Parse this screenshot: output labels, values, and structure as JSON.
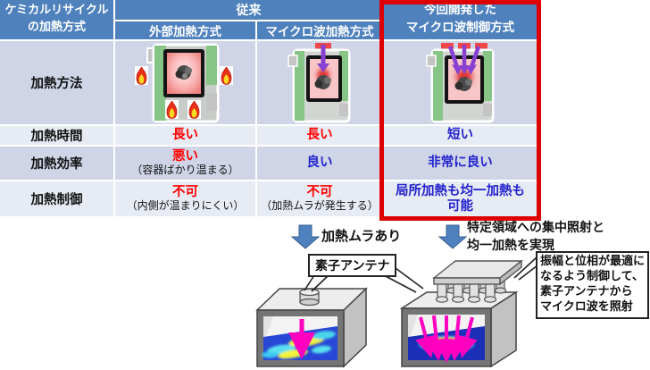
{
  "colors": {
    "header_blue": "#4F81BD",
    "row_dark": "#CFD5E7",
    "row_light": "#E7EBF3",
    "highlight_red": "#DE0000",
    "negative_red": "#FF0000",
    "positive_blue": "#2222CC",
    "arrow_blue": "#4E81BD",
    "microwave_magenta": "#FF00BF",
    "wave_purple": "#8840D0"
  },
  "table": {
    "corner_header": "ケミカルリサイクル\nの加熱方式",
    "group_header_conventional": "従来",
    "col_external": "外部加熱方式",
    "col_microwave": "マイクロ波加熱方式",
    "col_new": "今回開発した\nマイクロ波制御方式",
    "row_labels": {
      "method": "加熱方法",
      "time": "加熱時間",
      "efficiency": "加熱効率",
      "control": "加熱制御"
    },
    "time": {
      "external": "長い",
      "microwave": "長い",
      "new": "短い"
    },
    "efficiency": {
      "external": "悪い",
      "external_note": "（容器ばかり温まる）",
      "microwave": "良い",
      "new": "非常に良い"
    },
    "control": {
      "external": "不可",
      "external_note": "（内側が温まりにくい）",
      "microwave": "不可",
      "microwave_note": "（加熱ムラが発生する）",
      "new": "局所加熱も均一加熱も\n可能"
    }
  },
  "bottom": {
    "conventional_result": "加熱ムラあり",
    "new_result": "特定領域への集中照射と\n均一加熱を実現",
    "antenna_label": "素子アンテナ",
    "control_note": "振幅と位相が最適に\nなるよう制御して、\n素子アンテナから\nマイクロ波を照射"
  }
}
